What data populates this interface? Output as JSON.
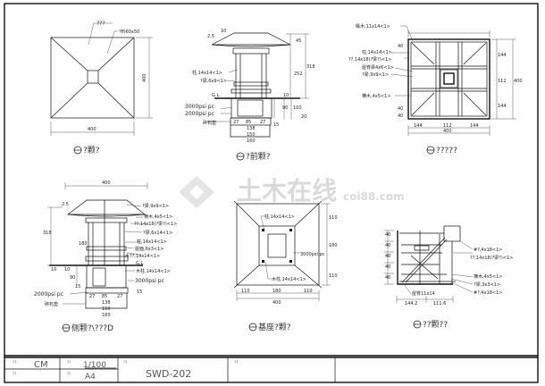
{
  "drawing_sheet": {
    "watermark": {
      "text": "土木在线",
      "sub": "coi88.com"
    },
    "roof_plan": {
      "label_top": "???",
      "label_material": "?料60x50",
      "dim_width": "400",
      "dim_height": "400",
      "caption": "?颗?"
    },
    "front_elevation": {
      "labels": [
        "柱,14x14<1>",
        "?梁,6x9<1>",
        "G.L.",
        "3000psi pc",
        "2000psi pc",
        "碎石垫"
      ],
      "dims": [
        "10",
        "2.5",
        "45",
        "318",
        "252",
        "10",
        "90",
        "100",
        "20",
        "15",
        "27",
        "85",
        "27",
        "138",
        "150",
        "160"
      ],
      "caption": "?前颗?"
    },
    "framing_plan": {
      "labels": [
        "椽木,11x14<1>",
        "柱,14x14<1>",
        "??,14x18(?梁?)<1>",
        "屋脊梁4x6<1>",
        "?梁,9x9<1>",
        "横木,4x5<1>"
      ],
      "dims": [
        "40",
        "40",
        "40",
        "144",
        "112",
        "144",
        "400",
        "144",
        "112",
        "144",
        "400"
      ],
      "caption": "?????"
    },
    "side_elevation": {
      "labels": [
        "?梁,9x9<1>",
        "横木,4x5<1>",
        "??,14x18(?梁?)<1>",
        "?梁,6x14<1>",
        "柱,14x14<1>",
        "屋面,6x3<1>",
        "木??,14x14<1>",
        "G.L.",
        "木柱,14x14<1>",
        "3000psi pc",
        "2000psi pc",
        "碎石垫"
      ],
      "dims": [
        "400",
        "10",
        "2.5",
        "318",
        "180",
        "10",
        "90",
        "15",
        "15",
        "27",
        "85",
        "27",
        "138",
        "150",
        "160"
      ],
      "caption": "侧颗?\\???D"
    },
    "foundation_plan": {
      "labels": [
        "柱,14x14<1>",
        "3000psi pc",
        "木柱,14x14<1>"
      ],
      "dims": [
        "110",
        "180",
        "110",
        "110",
        "180",
        "110",
        "400"
      ],
      "caption": "基座?颗?"
    },
    "detail": {
      "labels": [
        "#?,4x18<1>",
        "??,14x18(?梁?)<1>",
        "横木,4x5<1>",
        "?梁,3x3<1>",
        "#?,4x18<1>",
        "屋脊11x14"
      ],
      "dims": [
        "40",
        "40",
        "40",
        "40",
        "40",
        "144.2",
        "111.6"
      ],
      "caption": "??颗??"
    },
    "title_block": {
      "cells": [
        {
          "label": "??",
          "value": "CM"
        },
        {
          "label": "??",
          "value": ""
        },
        {
          "label": "??",
          "value": "1/100"
        },
        {
          "label": "??",
          "value": "A4"
        },
        {
          "label": "??",
          "value": "SWD-202"
        },
        {
          "label": "??",
          "value": ""
        }
      ]
    }
  }
}
